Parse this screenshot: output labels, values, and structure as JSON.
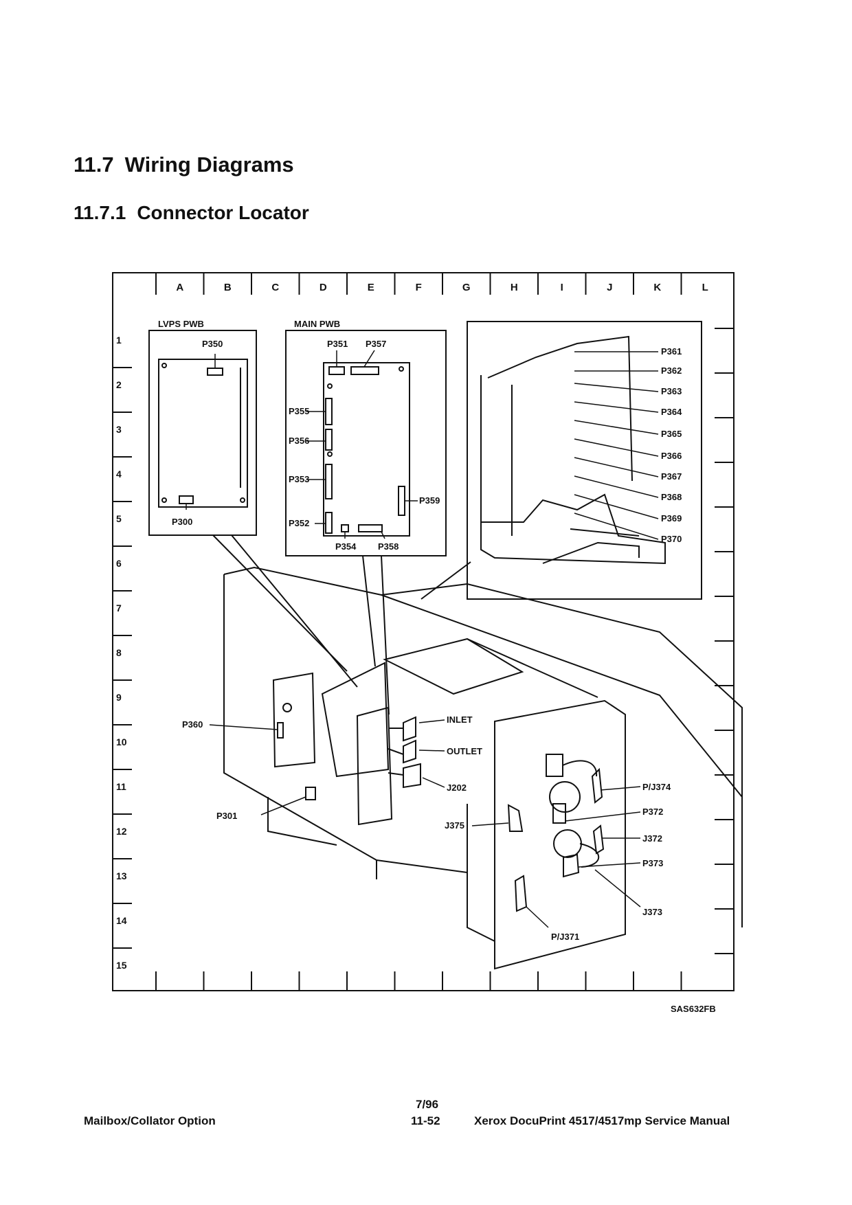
{
  "headings": {
    "section_number": "11.7",
    "section_title": "Wiring Diagrams",
    "subsection_number": "11.7.1",
    "subsection_title": "Connector Locator"
  },
  "grid": {
    "columns": [
      "A",
      "B",
      "C",
      "D",
      "E",
      "F",
      "G",
      "H",
      "I",
      "J",
      "K",
      "L"
    ],
    "rows": [
      "1",
      "2",
      "3",
      "4",
      "5",
      "6",
      "7",
      "8",
      "9",
      "10",
      "11",
      "12",
      "13",
      "14",
      "15"
    ]
  },
  "panels": {
    "lvps": {
      "title": "LVPS PWB",
      "connectors": [
        "P350",
        "P300"
      ]
    },
    "main": {
      "title": "MAIN PWB",
      "connectors": [
        "P351",
        "P357",
        "P355",
        "P356",
        "P353",
        "P352",
        "P354",
        "P358",
        "P359"
      ]
    },
    "detail": {
      "connectors": [
        "P361",
        "P362",
        "P363",
        "P364",
        "P365",
        "P366",
        "P367",
        "P368",
        "P369",
        "P370"
      ]
    }
  },
  "callouts": {
    "p360": "P360",
    "inlet": "INLET",
    "outlet": "OUTLET",
    "j202": "J202",
    "p301": "P301",
    "j375": "J375",
    "pj374": "P/J374",
    "p372": "P372",
    "j372": "J372",
    "p373": "P373",
    "j373": "J373",
    "pj371": "P/J371"
  },
  "figure_id": "SAS632FB",
  "footer": {
    "date": "7/96",
    "left": "Mailbox/Collator Option",
    "page": "11-52",
    "right": "Xerox DocuPrint 4517/4517mp Service Manual"
  }
}
